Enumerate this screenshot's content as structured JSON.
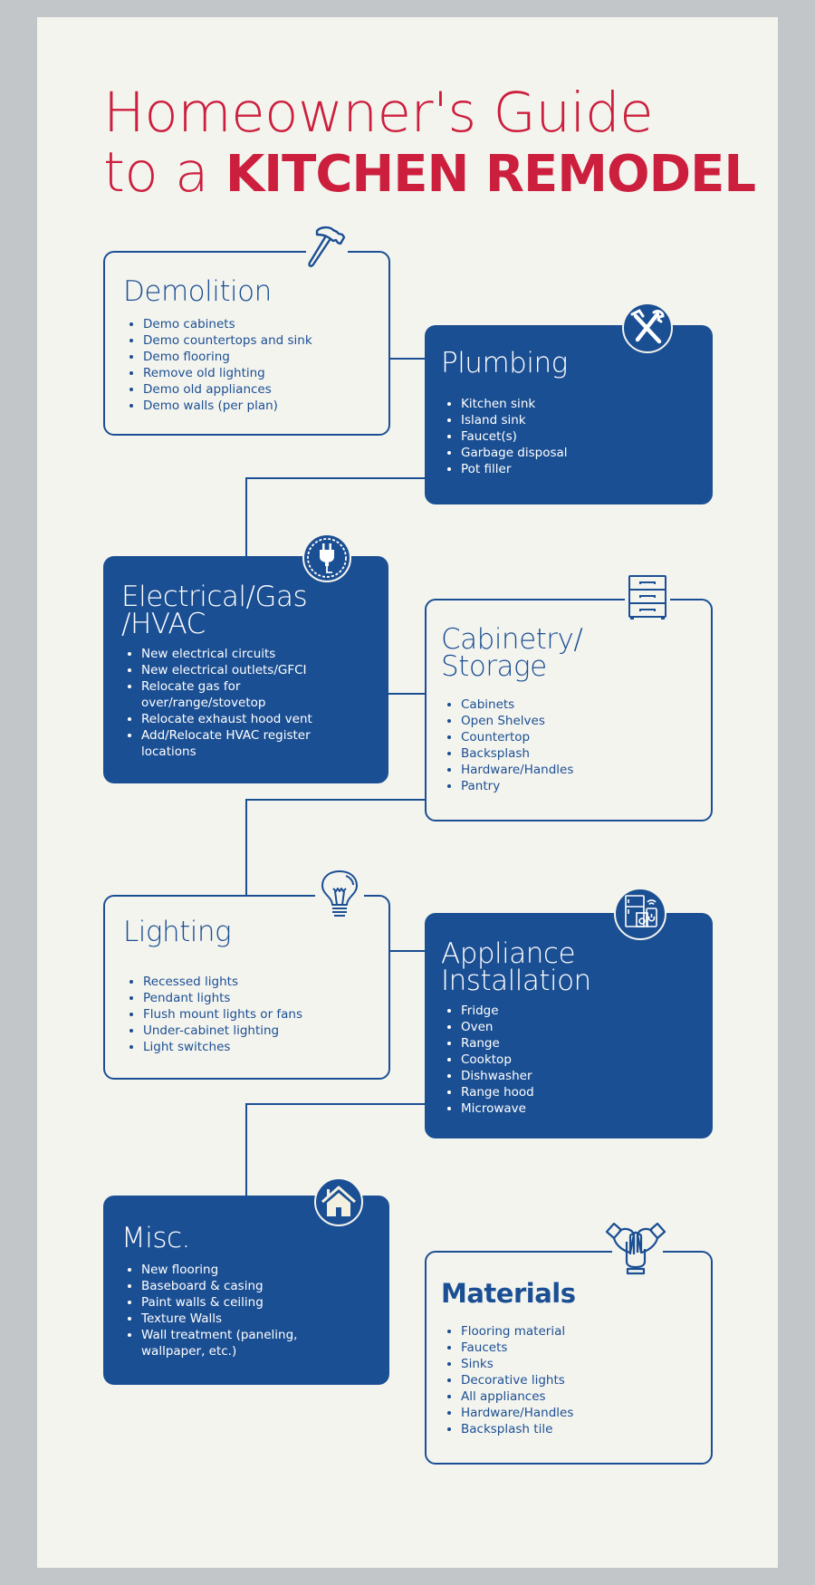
{
  "title": {
    "line1": "Homeowner's Guide",
    "line2_prefix": "to a ",
    "line2_bold": "KITCHEN REMODEL"
  },
  "colors": {
    "title_red": "#cc1f3d",
    "brand_blue": "#1b4f93",
    "page_bg": "#f4f4ef",
    "outer_bg": "#c3c6c9"
  },
  "sections": [
    {
      "id": "demolition",
      "title": "Demolition",
      "style": "outline",
      "icon": "hammer-icon",
      "items": [
        "Demo cabinets",
        "Demo countertops and sink",
        "Demo flooring",
        "Remove old lighting",
        "Demo old appliances",
        "Demo walls (per plan)"
      ]
    },
    {
      "id": "plumbing",
      "title": "Plumbing",
      "style": "filled",
      "icon": "wrench-pipe-wrench-icon",
      "items": [
        "Kitchen sink",
        "Island sink",
        "Faucet(s)",
        "Garbage disposal",
        "Pot filler"
      ]
    },
    {
      "id": "electrical",
      "title_line1": "Electrical/Gas",
      "title_line2": "/HVAC",
      "style": "filled",
      "icon": "plug-icon",
      "items": [
        "New electrical circuits",
        "New electrical outlets/GFCI",
        "Relocate gas for over/range/stovetop",
        "Relocate exhaust hood vent",
        "Add/Relocate HVAC register locations"
      ]
    },
    {
      "id": "cabinetry",
      "title_line1": "Cabinetry/",
      "title_line2": "Storage",
      "style": "outline",
      "icon": "drawer-cabinet-icon",
      "items": [
        "Cabinets",
        "Open Shelves",
        "Countertop",
        "Backsplash",
        "Hardware/Handles",
        "Pantry"
      ]
    },
    {
      "id": "lighting",
      "title": "Lighting",
      "style": "outline",
      "icon": "light-bulb-icon",
      "items": [
        "Recessed lights",
        "Pendant lights",
        "Flush mount lights or fans",
        "Under-cabinet lighting",
        "Light switches"
      ]
    },
    {
      "id": "appliance",
      "title_line1": "Appliance",
      "title_line2": "Installation",
      "style": "filled",
      "icon": "smart-appliances-icon",
      "items": [
        "Fridge",
        "Oven",
        "Range",
        "Cooktop",
        "Dishwasher",
        "Range hood",
        "Microwave"
      ]
    },
    {
      "id": "misc",
      "title": "Misc.",
      "style": "filled",
      "icon": "house-icon",
      "items": [
        "New flooring",
        "Baseboard & casing",
        "Paint walls & ceiling",
        "Texture Walls",
        "Wall treatment (paneling, wallpaper, etc.)"
      ]
    },
    {
      "id": "materials",
      "title": "Materials",
      "style": "outline",
      "icon": "hands-together-icon",
      "items": [
        "Flooring material",
        "Faucets",
        "Sinks",
        "Decorative lights",
        "All appliances",
        "Hardware/Handles",
        "Backsplash tile"
      ]
    }
  ]
}
